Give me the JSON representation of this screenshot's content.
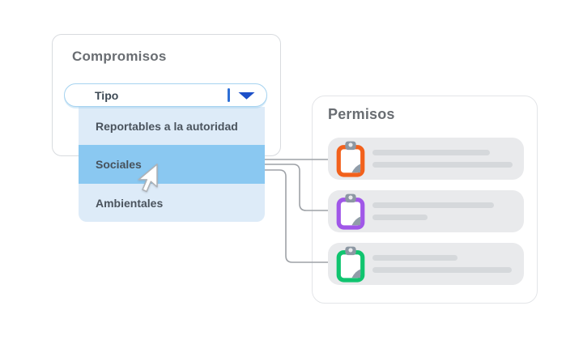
{
  "page": {
    "background": "#ffffff"
  },
  "compromisos": {
    "title": "Compromisos",
    "dropdown": {
      "label": "Tipo",
      "caret_icon": "chevron-down-icon",
      "caret_color": "#1d50c8",
      "divider_style": "background:#2e6fd6",
      "divider_color": "#2e6fd6",
      "border_color": "#a6d3f0"
    },
    "options": [
      {
        "label": "Reportables a la autoridad",
        "highlighted": false
      },
      {
        "label": "Sociales",
        "highlighted": true
      },
      {
        "label": "Ambientales",
        "highlighted": false
      }
    ],
    "colors": {
      "list_bg": "#ddebf8",
      "highlight_bg": "#8ac8f1"
    }
  },
  "permisos": {
    "title": "Permisos",
    "row_bg": "#e9eaec",
    "bar_color": "#d5d8db",
    "items": [
      {
        "icon": "clipboard-icon",
        "color": "#f2611c",
        "line_styles": [
          "width:145px",
          "width:173px"
        ]
      },
      {
        "icon": "clipboard-icon",
        "color": "#a057e8",
        "line_styles": [
          "width:150px",
          "width:68px"
        ]
      },
      {
        "icon": "clipboard-icon",
        "color": "#10c46f",
        "line_styles": [
          "width:105px",
          "width:172px"
        ]
      }
    ]
  },
  "connectors": {
    "color": "#9ea2a7"
  },
  "cursor": {
    "name": "arrow-cursor"
  }
}
